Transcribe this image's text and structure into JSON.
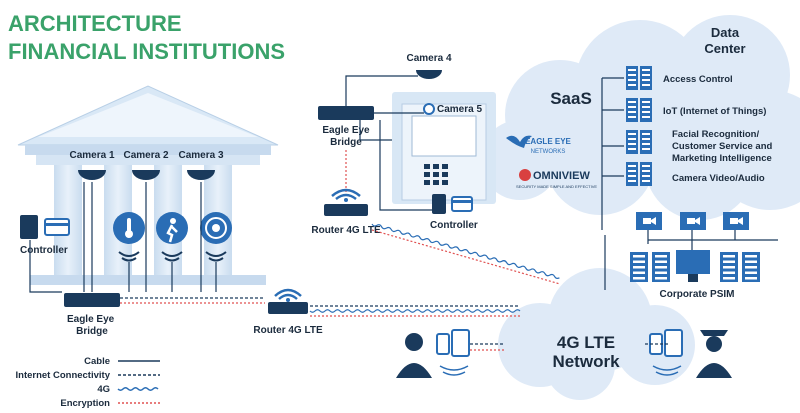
{
  "title": {
    "line1": "ARCHITECTURE",
    "line2": "FINANCIAL INSTITUTIONS"
  },
  "bank": {
    "cameras": [
      "Camera 1",
      "Camera 2",
      "Camera 3"
    ],
    "controller": "Controller",
    "bridge": "Eagle Eye\nBridge",
    "router": "Router 4G LTE"
  },
  "atm": {
    "camera4": "Camera 4",
    "camera5": "Camera 5",
    "bridge": "Eagle Eye\nBridge",
    "router": "Router 4G LTE",
    "controller": "Controller"
  },
  "network": {
    "label": "4G LTE\nNetwork"
  },
  "datacenter": {
    "title": "Data\nCenter",
    "saas": "SaaS",
    "eagle_eye_logo": "EAGLE EYE\nNETWORKS",
    "omniview_logo": "OMNIVIEW",
    "omniview_tagline": "SECURITY MADE SIMPLE AND EFFECTIVE",
    "services": [
      "Access Control",
      "IoT (Internet of Things)",
      "Facial Recognition/\nCustomer Service and\nMarketing Intelligence",
      "Camera Video/Audio"
    ],
    "psim": "Corporate PSIM"
  },
  "legend": [
    {
      "label": "Cable",
      "style": "cable"
    },
    {
      "label": "Internet Connectivity",
      "style": "dashed"
    },
    {
      "label": "4G",
      "style": "wave"
    },
    {
      "label": "Encryption",
      "style": "dotted-red"
    }
  ],
  "colors": {
    "title": "#3aa26a",
    "navy": "#1a3a5c",
    "blue": "#2a6db5",
    "lightblue": "#d5e5f5",
    "cloud": "#e0ecf8",
    "red": "#e05050"
  }
}
